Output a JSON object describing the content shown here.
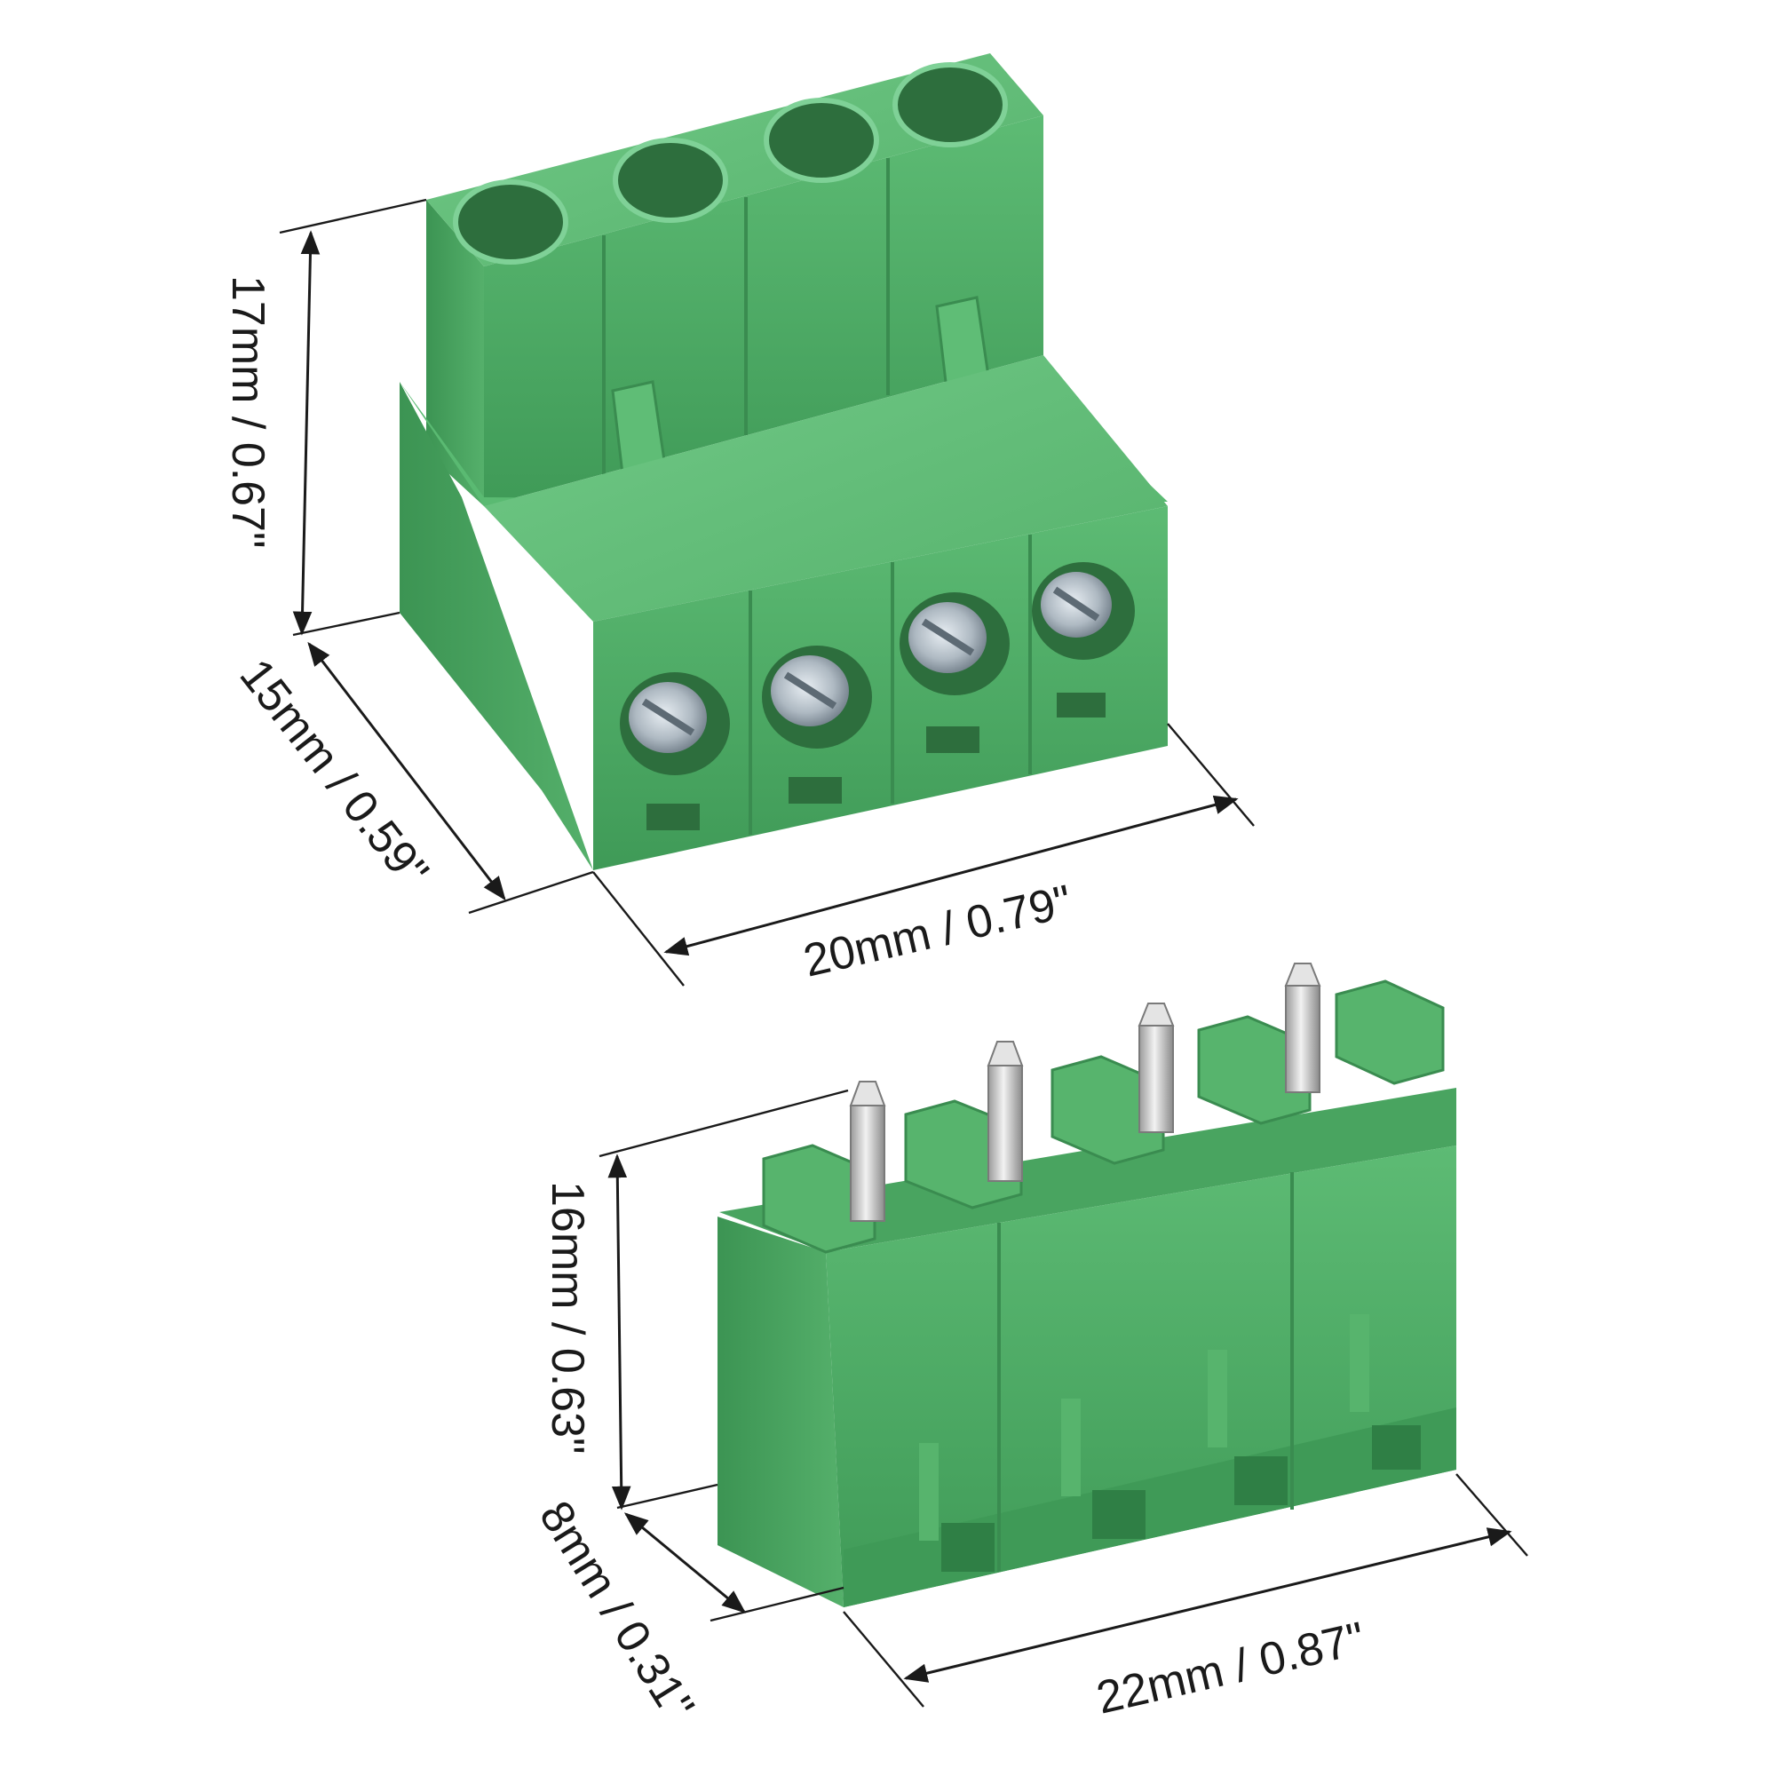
{
  "plug": {
    "height_label": "17mm / 0.67\"",
    "depth_label": "15mm / 0.59\"",
    "width_label": "20mm / 0.79\""
  },
  "header": {
    "height_label": "16mm / 0.63\"",
    "depth_label": "8mm / 0.31\"",
    "width_label": "22mm / 0.87\""
  },
  "colors": {
    "body": "#4aa862",
    "body_light": "#6cc283",
    "body_dark": "#2f7f45",
    "hole": "#2d6e3d",
    "pin": "#c9c9c9",
    "ink": "#1a1a1a"
  }
}
